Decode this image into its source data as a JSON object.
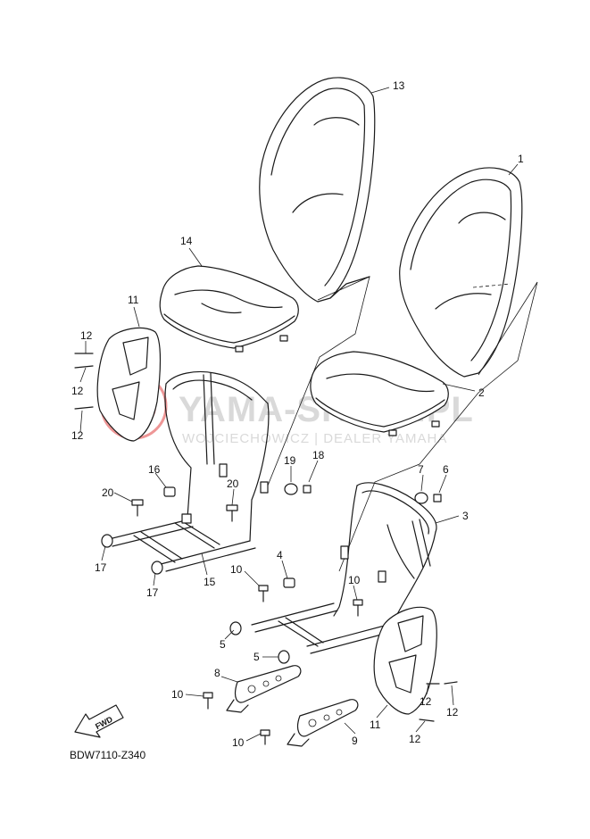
{
  "diagram_code": "BDW7110-Z340",
  "fwd_label": "FWD",
  "watermark": {
    "main": "YAMA-SKLEP.PL",
    "sub": "WOJCIECHOWICZ | DEALER YAMAHA",
    "color": "#e04040"
  },
  "callouts": [
    {
      "num": "13"
    },
    {
      "num": "1"
    },
    {
      "num": "14"
    },
    {
      "num": "11"
    },
    {
      "num": "12"
    },
    {
      "num": "12"
    },
    {
      "num": "12"
    },
    {
      "num": "2"
    },
    {
      "num": "19"
    },
    {
      "num": "18"
    },
    {
      "num": "7"
    },
    {
      "num": "6"
    },
    {
      "num": "16"
    },
    {
      "num": "20"
    },
    {
      "num": "20"
    },
    {
      "num": "3"
    },
    {
      "num": "17"
    },
    {
      "num": "15"
    },
    {
      "num": "17"
    },
    {
      "num": "4"
    },
    {
      "num": "10"
    },
    {
      "num": "10"
    },
    {
      "num": "5"
    },
    {
      "num": "5"
    },
    {
      "num": "8"
    },
    {
      "num": "10"
    },
    {
      "num": "12"
    },
    {
      "num": "12"
    },
    {
      "num": "11"
    },
    {
      "num": "12"
    },
    {
      "num": "10"
    },
    {
      "num": "9"
    }
  ]
}
